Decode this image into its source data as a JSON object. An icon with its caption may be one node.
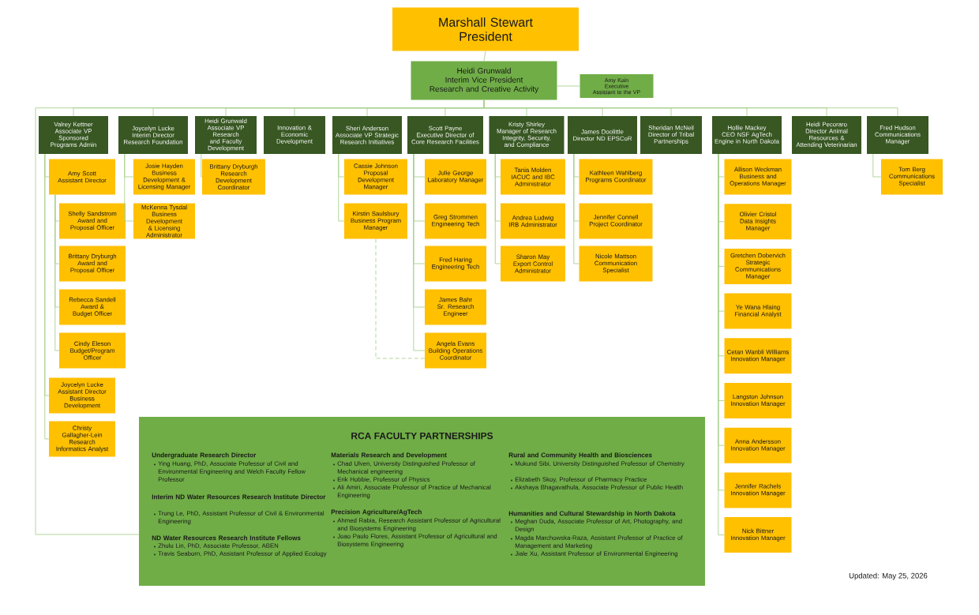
{
  "diagram": {
    "nodes": [
      {
        "text": [
          "Marshall Stewart",
          "President"
        ]
      },
      {
        "text": [
          "Heidi Grunwald",
          "Interim Vice President Research and Creative Activity"
        ]
      },
      {
        "text": [
          "Amy Kain",
          "Executive Assistant to the VP"
        ]
      },
      {
        "text": [
          "Valrey Kettner",
          "Associate VP Sponsored Programs Admin"
        ]
      },
      {
        "text": [
          "Joycelyn Lucke",
          "Interim Director Research Foundation"
        ]
      },
      {
        "text": [
          "Heidi Grunwald",
          "Associate VP Research and Faculty Development"
        ]
      },
      {
        "text": [
          "Innovation & Economic Development"
        ]
      },
      {
        "text": [
          "Sheri Anderson",
          "Associate VP Strategic Research Initiatives"
        ]
      },
      {
        "text": [
          "Scott Payne",
          "Executive Director of Core Research Facilities"
        ]
      },
      {
        "text": [
          "Kristy Shirley",
          "Manager of Research Integrity, Security, and Compliance"
        ]
      },
      {
        "text": [
          "James Doolittle",
          "Director ND EPSCoR"
        ]
      },
      {
        "text": [
          "Sheridan McNeil",
          "Director of Tribal Partnerships"
        ]
      },
      {
        "text": [
          "Hollie Mackey",
          "CEO NSF AgTech Engine in North Dakota"
        ]
      },
      {
        "text": [
          "Heidi Pecoraro",
          "Director Animal Resources & Attending Veterinarian"
        ]
      },
      {
        "text": [
          "Fred Hudson",
          "Communications Manager"
        ]
      },
      {
        "text": [
          "Amy Scott",
          "Assistant Director"
        ]
      },
      {
        "text": [
          "Shelly Sandstrom",
          "Award and Proposal Officer"
        ]
      },
      {
        "text": [
          "Brittany Dryburgh",
          "Award and Proposal Officer"
        ]
      },
      {
        "text": [
          "Rebecca Sandell",
          "Award & Budget Officer"
        ]
      },
      {
        "text": [
          "Cindy Eleson",
          "Budget/Program Officer"
        ]
      },
      {
        "text": [
          "Joycelyn Lucke",
          "Assistant Director Business Development"
        ]
      },
      {
        "text": [
          "Christy Gallagher-Lein",
          "Research Informatics Analyst"
        ]
      },
      {
        "text": [
          "Josie Hayden",
          "Business Development & Licensing Manager"
        ]
      },
      {
        "text": [
          "McKenna Tysdal",
          "Business Development & Licensing Administrator"
        ]
      },
      {
        "text": [
          "Brittany Dryburgh",
          "Research Development Coordinator"
        ]
      },
      {
        "text": [
          "Cassie Johnson",
          "Proposal Development Manager"
        ]
      },
      {
        "text": [
          "Kirstin Saulsbury",
          "Business Program Manager"
        ]
      },
      {
        "text": [
          "Julie George",
          "Laboratory Manager"
        ]
      },
      {
        "text": [
          "Greg Strommen",
          "Engineering Tech"
        ]
      },
      {
        "text": [
          "Fred Haring",
          "Engineering Tech"
        ]
      },
      {
        "text": [
          "James Bahr",
          "Sr. Research Engineer"
        ]
      },
      {
        "text": [
          "Angela Evans",
          "Building Operations Coordinator"
        ]
      },
      {
        "text": [
          "Tania Molden",
          "IACUC and IBC Administrator"
        ]
      },
      {
        "text": [
          "Andrea Ludwig",
          "IRB Administrator"
        ]
      },
      {
        "text": [
          "Sharon May",
          "Export Control Administrator"
        ]
      },
      {
        "text": [
          "Kathleen Wahlberg",
          "Programs Coordinator"
        ]
      },
      {
        "text": [
          "Jennifer Connell",
          "Project Coordinator"
        ]
      },
      {
        "text": [
          "Nicole Mattson",
          "Communication Specialist"
        ]
      },
      {
        "text": [
          "Allison Weckman",
          "Business and Operations Manager"
        ]
      },
      {
        "text": [
          "Olivier Cristol",
          "Data Insights Manager"
        ]
      },
      {
        "text": [
          "Gretchen Dobervich",
          "Strategic Communications Manager"
        ]
      },
      {
        "text": [
          "Ye Wana Hlaing",
          "Financial Analyst"
        ]
      },
      {
        "text": [
          "Cetan Wanbli Williams",
          "Innovation Manager"
        ]
      },
      {
        "text": [
          "Langston Johnson",
          "Innovation Manager"
        ]
      },
      {
        "text": [
          "Anna Andersson",
          "Innovation Manager"
        ]
      },
      {
        "text": [
          "Jennifer Rachels",
          "Innovation Manager"
        ]
      },
      {
        "text": [
          "Nick Bittner",
          "Innovation Manager"
        ]
      },
      {
        "text": [
          "Tom Berg",
          "Communications Specialist"
        ]
      },
      {
        "text": [
          "RCA FACULTY PARTNERSHIPS",
          "Undergraduate Research Director",
          "Ying Huang, PhD, Associate Professor of Civil and Environmental Engineering and Welch Faculty Fellow Professor",
          "Interim ND Water Resources Research Institute Director",
          "Trung Le, PhD, Assistant Professor of Civil & Environmental Engineering",
          "ND Water Resources Research Institute Fellows",
          "Zhulu Lin, PhD, Associate Professor, ABEN",
          "Travis Seaborn, PhD, Assistant Professor of Applied Ecology",
          "Materials Research and Development",
          "Chad Ulven, University Distinguished Professor of Mechanical engineering",
          "Erik Hobbie, Professor of Physics",
          "Ali Amiri, Associate Professor of Practice of Mechanical Engineering",
          "Precision Agriculture/AgTech",
          "Ahmed Rabia, Research Assistant Professor of Agricultural and Biosystems Engineering",
          "Joao Paulo Flores, Assistant Professor of Agricultural and Biosystems Engineering",
          "Rural and Community Health and Biosciences",
          "Mukund Sibi, University Distinguished Professor of Chemistry",
          "Elizabeth Skoy, Professor of Pharmacy Practice",
          "Akshaya Bhagavathula, Associate Professor of Public Health",
          "Humanities and Cultural Stewardship in North Dakota",
          "Meghan Duda, Associate Professor of Art, Photography, and Design",
          "Magda Marchowska-Raza, Assistant Professor of Practice of Management and Marketing",
          "Jiale Xu, Assistant Professor of Environmental Engineering"
        ]
      }
    ],
    "edges": [
      {
        "from": 0,
        "to": 1,
        "arrow": "none"
      },
      {
        "from": 1,
        "to": 2,
        "arrow": "none"
      },
      {
        "from": 1,
        "to": 3,
        "arrow": "none"
      },
      {
        "from": 1,
        "to": 4,
        "arrow": "none"
      },
      {
        "from": 1,
        "to": 5,
        "arrow": "none"
      },
      {
        "from": 1,
        "to": 6,
        "arrow": "none"
      },
      {
        "from": 1,
        "to": 7,
        "arrow": "none"
      },
      {
        "from": 1,
        "to": 8,
        "arrow": "none"
      },
      {
        "from": 1,
        "to": 9,
        "arrow": "none"
      },
      {
        "from": 1,
        "to": 10,
        "arrow": "none"
      },
      {
        "from": 1,
        "to": 11,
        "arrow": "none"
      },
      {
        "from": 1,
        "to": 12,
        "arrow": "none"
      },
      {
        "from": 1,
        "to": 13,
        "arrow": "none"
      },
      {
        "from": 1,
        "to": 14,
        "arrow": "none"
      },
      {
        "from": 1,
        "to": 48,
        "arrow": "none"
      },
      {
        "from": 3,
        "to": 15,
        "arrow": "none"
      },
      {
        "from": 15,
        "to": 16,
        "arrow": "none"
      },
      {
        "from": 15,
        "to": 17,
        "arrow": "none"
      },
      {
        "from": 15,
        "to": 18,
        "arrow": "none"
      },
      {
        "from": 15,
        "to": 19,
        "arrow": "none"
      },
      {
        "from": 3,
        "to": 20,
        "arrow": "none"
      },
      {
        "from": 3,
        "to": 21,
        "arrow": "none"
      },
      {
        "from": 4,
        "to": 22,
        "arrow": "none"
      },
      {
        "from": 4,
        "to": 23,
        "arrow": "none"
      },
      {
        "from": 5,
        "to": 24,
        "arrow": "none"
      },
      {
        "from": 7,
        "to": 25,
        "arrow": "none"
      },
      {
        "from": 7,
        "to": 26,
        "arrow": "none"
      },
      {
        "from": 8,
        "to": 27,
        "arrow": "none"
      },
      {
        "from": 8,
        "to": 28,
        "arrow": "none"
      },
      {
        "from": 8,
        "to": 29,
        "arrow": "none"
      },
      {
        "from": 8,
        "to": 30,
        "arrow": "none"
      },
      {
        "from": 8,
        "to": 31,
        "arrow": "none"
      },
      {
        "from": 9,
        "to": 32,
        "arrow": "none"
      },
      {
        "from": 9,
        "to": 33,
        "arrow": "none"
      },
      {
        "from": 9,
        "to": 34,
        "arrow": "none"
      },
      {
        "from": 10,
        "to": 35,
        "arrow": "none"
      },
      {
        "from": 10,
        "to": 36,
        "arrow": "none"
      },
      {
        "from": 10,
        "to": 37,
        "arrow": "none"
      },
      {
        "from": 12,
        "to": 38,
        "arrow": "none"
      },
      {
        "from": 12,
        "to": 39,
        "arrow": "none"
      },
      {
        "from": 12,
        "to": 40,
        "arrow": "none"
      },
      {
        "from": 12,
        "to": 41,
        "arrow": "none"
      },
      {
        "from": 12,
        "to": 42,
        "arrow": "none"
      },
      {
        "from": 12,
        "to": 43,
        "arrow": "none"
      },
      {
        "from": 12,
        "to": 44,
        "arrow": "none"
      },
      {
        "from": 12,
        "to": 45,
        "arrow": "none"
      },
      {
        "from": 12,
        "to": 46,
        "arrow": "none"
      },
      {
        "from": 14,
        "to": 47,
        "arrow": "none"
      },
      {
        "from": 26,
        "to": 31,
        "arrow": "none",
        "style": "dashed"
      }
    ],
    "labels": [
      "Updated: May 25, 2026"
    ]
  }
}
